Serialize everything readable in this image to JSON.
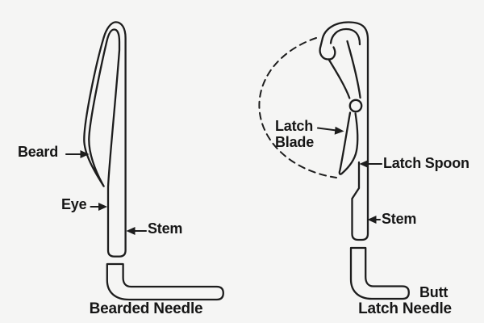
{
  "diagram": {
    "description": "Comparison diagram of two knitting machine needle types",
    "colors": {
      "background": "#f5f5f4",
      "line": "#1d1d1d",
      "text": "#161616"
    },
    "left_needle": {
      "caption": "Bearded Needle",
      "labels": {
        "beard": "Beard",
        "eye": "Eye",
        "stem": "Stem"
      }
    },
    "right_needle": {
      "caption": "Latch Needle",
      "labels": {
        "latch_blade": "Latch\nBlade",
        "latch_spoon": "Latch Spoon",
        "stem": "Stem",
        "butt": "Butt"
      }
    }
  }
}
